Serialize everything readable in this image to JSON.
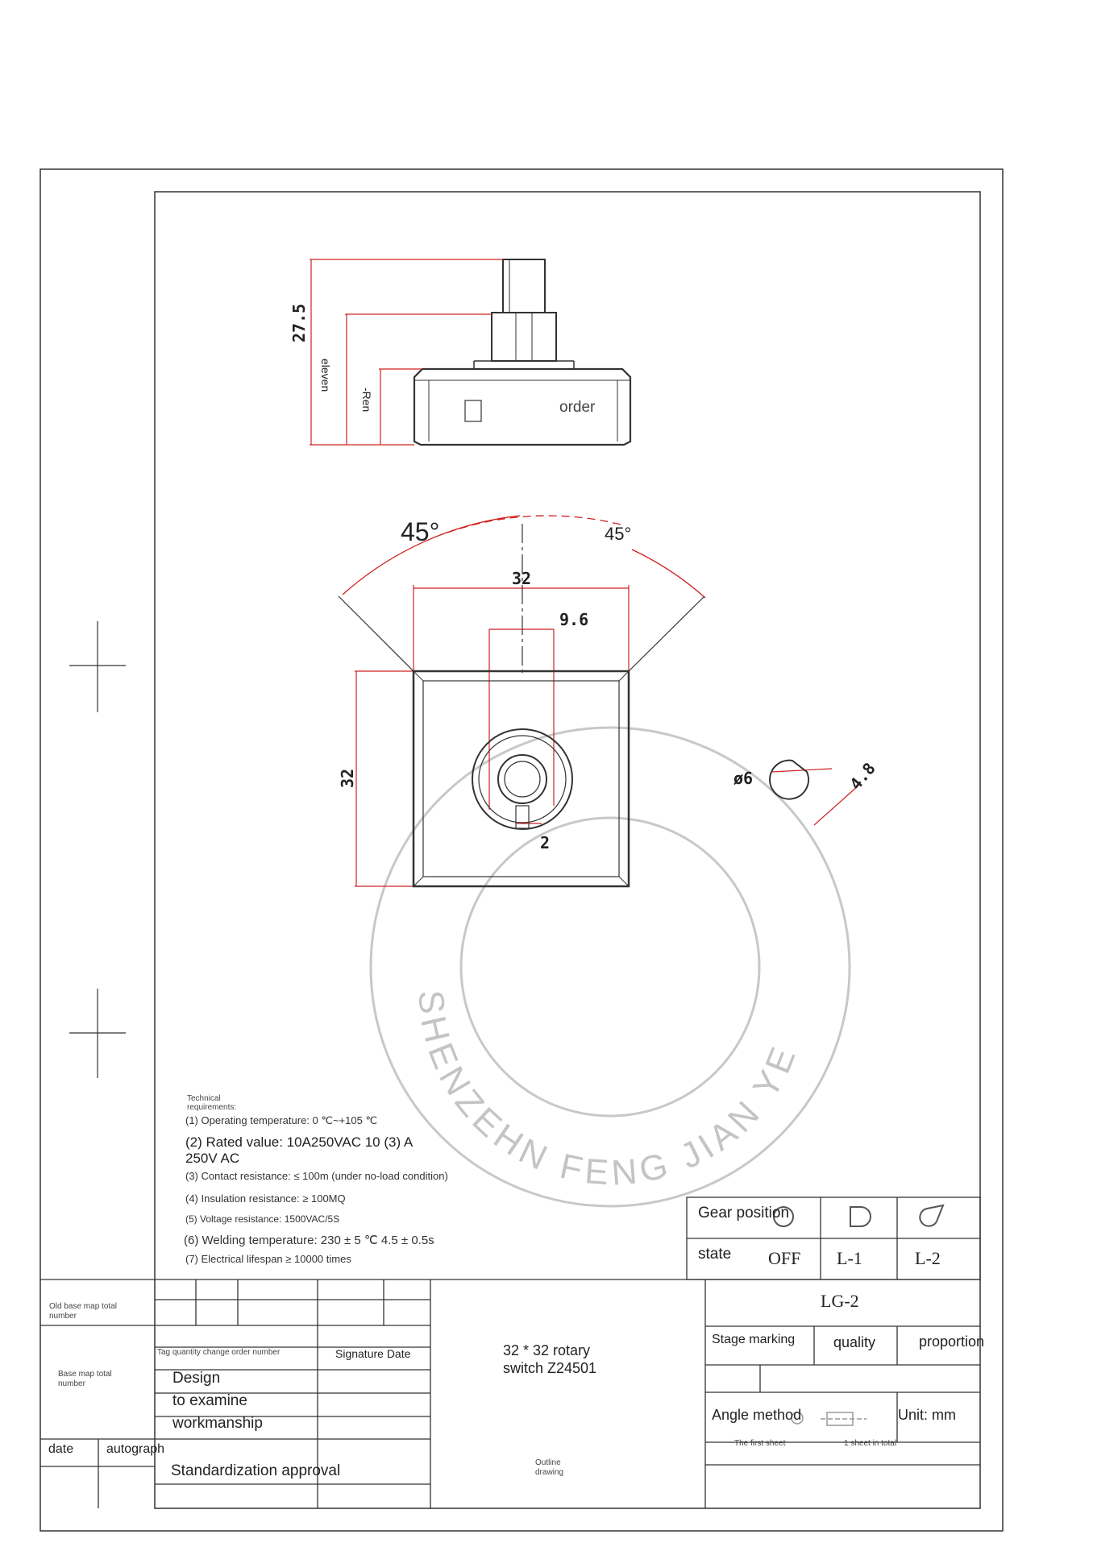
{
  "top_view": {
    "height_label": "27.5",
    "mid_label": "eleven",
    "low_label": "-Ren",
    "body_mark": "order"
  },
  "front_view": {
    "angle_left": "45°",
    "angle_right": "45°",
    "width": "32",
    "shaft_span": "9.6",
    "height": "32",
    "key_width": "2",
    "shaft_dia": "ø6",
    "flat": "4.8"
  },
  "watermark": {
    "latin": "SHENZEHN FENG JIAN YE"
  },
  "technical_requirements": {
    "heading": "Technical requirements:",
    "items": [
      "(1) Operating temperature: 0 ℃~+105 ℃",
      "(2) Rated value: 10A250VAC 10 (3) A 250V AC",
      "(3) Contact resistance: ≤ 100m (under no-load condition)",
      "(4) Insulation resistance: ≥ 100MQ",
      "(5) Voltage resistance: 1500VAC/5S",
      "(6) Welding temperature: 230 ± 5 ℃ 4.5 ± 0.5s",
      "(7) Electrical lifespan ≥ 10000 times"
    ]
  },
  "gear_table": {
    "row1_label": "Gear position",
    "row2_label": "state",
    "states": [
      "OFF",
      "L-1",
      "L-2"
    ]
  },
  "title_block": {
    "old_base_map": "Old base map total number",
    "tag_change": "Tag quantity change order number",
    "signature_date": "Signature Date",
    "base_map_total": "Base map total number",
    "design": "Design",
    "examine": "to examine",
    "workmanship": "workmanship",
    "date": "date",
    "autograph": "autograph",
    "standardization": "Standardization approval",
    "product_name": "32 * 32 rotary switch Z24501",
    "outline_drawing": "Outline drawing",
    "model": "LG-2",
    "stage_marking": "Stage marking",
    "quality": "quality",
    "proportion": "proportion",
    "angle_method": "Angle method",
    "unit": "Unit: mm",
    "first_sheet": "The first sheet",
    "sheets_total": "1 sheet in total"
  }
}
